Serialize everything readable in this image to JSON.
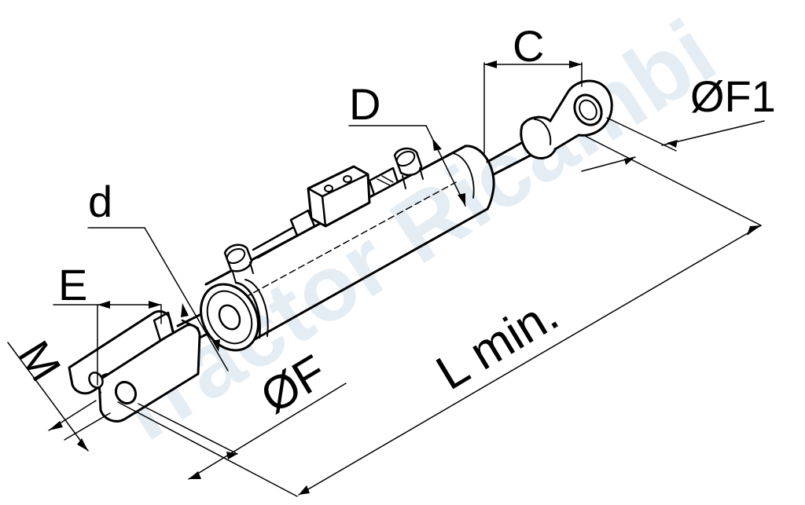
{
  "watermark": {
    "text": "Tractor Ricambi",
    "color": "#cfe0ec"
  },
  "colors": {
    "line": "#000000",
    "background": "#ffffff"
  },
  "labels": {
    "c": "C",
    "d_upper": "D",
    "of1": "ØF1",
    "d_lower": "d",
    "e": "E",
    "m": "M",
    "of": "ØF",
    "lmin": "L min."
  }
}
